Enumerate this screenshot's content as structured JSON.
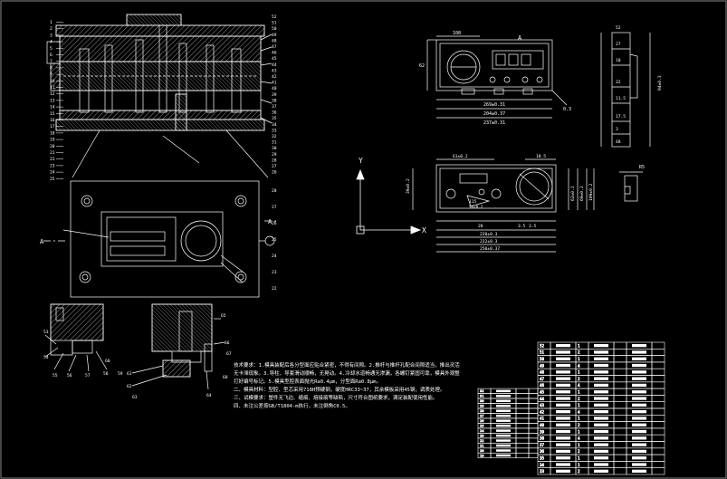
{
  "drawing": {
    "colors": {
      "background": "#000000",
      "line": "#ffffff",
      "hatch": "#cfcfcf",
      "frame": "#8a8a8a"
    },
    "section_marker": "A",
    "axis_y": "Y",
    "axis_x": "X",
    "part_numbers_left": [
      "1",
      "2",
      "3",
      "4",
      "5",
      "6",
      "7",
      "8",
      "9",
      "10",
      "11",
      "12",
      "13",
      "14",
      "15",
      "16",
      "17",
      "18",
      "19",
      "20",
      "21",
      "22",
      "23",
      "24",
      "25"
    ],
    "part_numbers_right": [
      "52",
      "51",
      "50",
      "49",
      "48",
      "47",
      "46",
      "45",
      "44",
      "43",
      "42",
      "41",
      "40",
      "39",
      "38",
      "37",
      "36",
      "35",
      "34",
      "33",
      "32",
      "31",
      "30",
      "29",
      "28",
      "27",
      "26"
    ],
    "plan_labels": [
      "28",
      "27",
      "26",
      "25",
      "24",
      "23",
      "22"
    ],
    "detail_left_labels": [
      "53",
      "54",
      "55",
      "56",
      "57",
      "58",
      "59",
      "60"
    ],
    "detail_right_labels": [
      "61",
      "62",
      "63",
      "64",
      "65",
      "66",
      "67",
      "68"
    ],
    "dims_top_view": {
      "overall_1": "269±0.31",
      "overall_2": "204±0.37",
      "overall_3": "237±0.31",
      "width_left": "108",
      "height_left": "62"
    },
    "dims_bottom_view": {
      "top_left": "61±0.2",
      "top_right": "18.5",
      "mid": "115",
      "sub_mid": "56±0.2",
      "overall_1": "220±0.3",
      "overall_2": "232±0.3",
      "overall_3": "250±0.37",
      "left_v": "39±0.2",
      "right_v_1": "63±0.2",
      "right_v_2": "69±0.2",
      "right_v_3": "109±0.2",
      "small_1": "28",
      "small_2": "3.5",
      "small_3": "3.5"
    },
    "dims_side_view": {
      "top": "52",
      "second": "27",
      "third": "10",
      "mid_1": "32",
      "mid_2": "11.5",
      "mid_3": "17.5",
      "bottom_1": "3",
      "bottom_2": "48",
      "total": "94±0.3"
    },
    "leader_label": "0.3",
    "chamfer_label": "R5",
    "notes": [
      "技术要求：1.模具装配后各分型面应贴合紧密，不得有间隙。2.推杆与推杆孔配合间隙适当，推出灵活可靠，",
      "无卡滞现象。3.导柱、导套滑动顺畅，无晃动。4.冷却水道畅通无渗漏，各螺钉紧固可靠，模具外观整洁，",
      "打好编号标记。5.模具型腔表面抛光Ra0.4μm，分型面Ra0.8μm。",
      "二、模具材料：型腔、型芯采用718H预硬钢，硬度HRC33~37，其余模板采用45钢，调质处理。",
      "三、试模要求：塑件无飞边、缩痕、熔接痕等缺陷，尺寸符合图纸要求，满足装配使用性能。",
      "四、未注公差按GB/T1804-m执行，未注倒角C0.5。"
    ],
    "bom": {
      "rows": [
        [
          "52",
          "",
          "1",
          "",
          "",
          "",
          ""
        ],
        [
          "51",
          "",
          "2",
          "",
          "",
          "",
          ""
        ],
        [
          "50",
          "",
          "1",
          "",
          "",
          "",
          ""
        ],
        [
          "49",
          "",
          "4",
          "",
          "",
          "",
          ""
        ],
        [
          "48",
          "",
          "1",
          "",
          "",
          "",
          ""
        ],
        [
          "47",
          "",
          "2",
          "",
          "",
          "",
          ""
        ],
        [
          "46",
          "",
          "4",
          "",
          "",
          "",
          ""
        ],
        [
          "45",
          "",
          "1",
          "",
          "",
          "",
          ""
        ],
        [
          "44",
          "",
          "2",
          "",
          "",
          "",
          ""
        ],
        [
          "43",
          "",
          "1",
          "",
          "",
          "",
          ""
        ],
        [
          "42",
          "",
          "4",
          "",
          "",
          "",
          ""
        ],
        [
          "41",
          "",
          "1",
          "",
          "",
          "",
          ""
        ],
        [
          "40",
          "",
          "2",
          "",
          "",
          "",
          ""
        ],
        [
          "39",
          "",
          "1",
          "",
          "",
          "",
          ""
        ],
        [
          "38",
          "",
          "4",
          "",
          "",
          "",
          ""
        ],
        [
          "37",
          "",
          "1",
          "",
          "",
          "",
          ""
        ],
        [
          "36",
          "",
          "2",
          "",
          "",
          "",
          ""
        ],
        [
          "35",
          "",
          "1",
          "",
          "",
          "",
          ""
        ],
        [
          "34",
          "",
          "1",
          "",
          "",
          "",
          ""
        ],
        [
          "33",
          "",
          "2",
          "",
          "",
          "",
          ""
        ]
      ],
      "left_numbers": [
        "32",
        "31",
        "30",
        "29",
        "28",
        "27",
        "26",
        "25",
        "24",
        "23",
        "22",
        "21",
        "20",
        "19"
      ]
    }
  }
}
